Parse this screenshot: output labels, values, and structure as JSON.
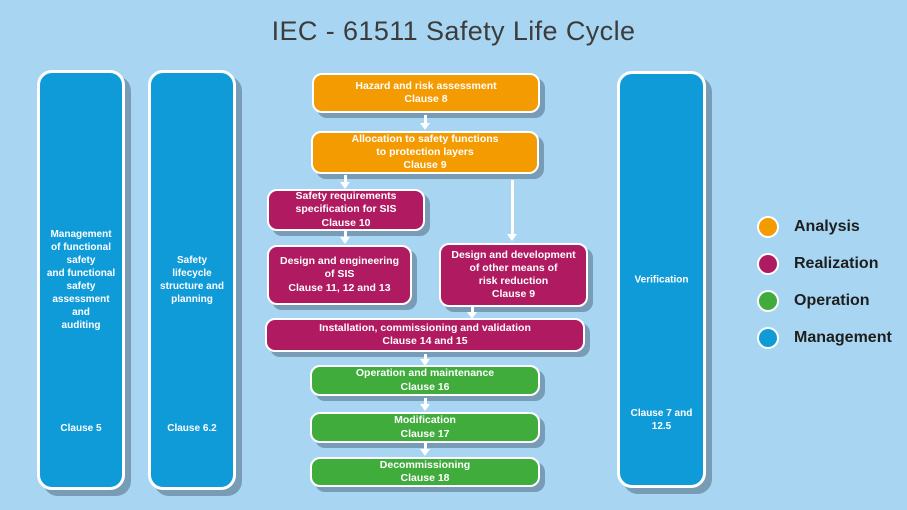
{
  "title": "IEC - 61511 Safety Life Cycle",
  "colors": {
    "background": "#A8D6F2",
    "analysis": "#F39B00",
    "realization": "#B01A60",
    "operation": "#3FAC3C",
    "management": "#0F9BD8",
    "shadow": "rgba(55,77,98,0.42)",
    "title_text": "#3C3C3B",
    "legend_text": "#1E1E1E"
  },
  "pillars": [
    {
      "text": "Management\nof functional\nsafety\nand functional\nsafety\nassessment\nand\nauditing",
      "clause": "Clause 5",
      "category": "Management"
    },
    {
      "text": "Safety\nlifecycle\nstructure and\nplanning",
      "clause": "Clause 6.2",
      "category": "Management"
    },
    {
      "text": "Verification",
      "clause": "Clause 7 and\n12.5",
      "category": "Management"
    }
  ],
  "boxes": [
    {
      "label": "Hazard and risk assessment",
      "clause": "Clause 8",
      "category": "Analysis"
    },
    {
      "label": "Allocation to safety functions\nto protection layers",
      "clause": "Clause 9",
      "category": "Analysis"
    },
    {
      "label": "Safety requirements\nspecification for SIS",
      "clause": "Clause 10",
      "category": "Realization"
    },
    {
      "label": "Design and engineering\nof SIS",
      "clause": "Clause 11, 12 and 13",
      "category": "Realization"
    },
    {
      "label": "Design and development\nof other means of\nrisk reduction",
      "clause": "Clause 9",
      "category": "Realization"
    },
    {
      "label": "Installation, commissioning and validation",
      "clause": "Clause 14 and 15",
      "category": "Realization"
    },
    {
      "label": "Operation and maintenance",
      "clause": "Clause 16",
      "category": "Operation"
    },
    {
      "label": "Modification",
      "clause": "Clause 17",
      "category": "Operation"
    },
    {
      "label": "Decommissioning",
      "clause": "Clause 18",
      "category": "Operation"
    }
  ],
  "legend": [
    {
      "label": "Analysis",
      "color": "#F39B00"
    },
    {
      "label": "Realization",
      "color": "#B01A60"
    },
    {
      "label": "Operation",
      "color": "#3FAC3C"
    },
    {
      "label": "Management",
      "color": "#0F9BD8"
    }
  ]
}
